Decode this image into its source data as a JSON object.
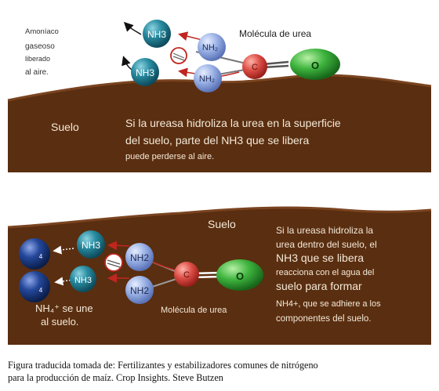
{
  "colors": {
    "soil": "#5a2e10",
    "sky": "#ffffff",
    "nh3_molecule": "#1f7a8e",
    "nh2_molecule": "#8fa8e0",
    "carbon": "#d44b46",
    "oxygen": "#35a83a",
    "nh4_molecule": "#1a3d8a",
    "arrow": "#c0261f",
    "soil_text": "#f3e9d8"
  },
  "panel_top": {
    "released_label": [
      "Amoníaco",
      "gaseoso",
      "liberado",
      "al aire."
    ],
    "urea_title": "Molécula de urea",
    "nh3_labels": [
      "NH3",
      "NH3"
    ],
    "nh2_labels": [
      "NH₂",
      "NH₂"
    ],
    "carbon_label": "C",
    "oxygen_label": "O",
    "soil_label": "Suelo",
    "description": [
      "Si la ureasa hidroliza la urea en la superficie",
      "del suelo, parte del NH3 que se libera",
      "puede perderse al aire."
    ]
  },
  "panel_bottom": {
    "soil_label": "Suelo",
    "nh3_labels": [
      "NH3",
      "NH3"
    ],
    "nh2_labels": [
      "NH2",
      "NH2"
    ],
    "carbon_label": "C",
    "oxygen_label": "O",
    "nh4_subscripts": [
      "4",
      "4"
    ],
    "nh4_caption": [
      "NH₄⁺ se une",
      "al suelo."
    ],
    "urea_title": "Molécula de urea",
    "description": [
      "Si la ureasa hidroliza la",
      "urea dentro del suelo, el",
      "NH3 que se libera",
      "reacciona con el agua del",
      "suelo para formar",
      "NH4+, que se adhiere a los",
      "componentes del suelo."
    ]
  },
  "caption": [
    "Figura traducida tomada de: Fertilizantes y estabilizadores comunes de nitrógeno",
    "para la producción de maíz. Crop Insights. Steve Butzen"
  ]
}
